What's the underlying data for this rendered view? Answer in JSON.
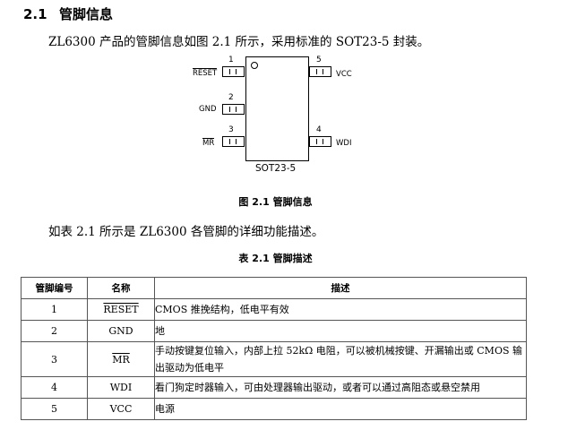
{
  "section": {
    "number": "2.1",
    "title": "管脚信息"
  },
  "para1": "ZL6300 产品的管脚信息如图 2.1 所示，采用标准的 SOT23-5 封装。",
  "diagram": {
    "package_label": "SOT23-5",
    "pins": [
      {
        "num": "1",
        "name": "RESET",
        "overline": true
      },
      {
        "num": "2",
        "name": "GND",
        "overline": false
      },
      {
        "num": "3",
        "name": "MR",
        "overline": true
      },
      {
        "num": "4",
        "name": "WDI",
        "overline": false
      },
      {
        "num": "5",
        "name": "VCC",
        "overline": false
      }
    ]
  },
  "figure_caption": "图 2.1   管脚信息",
  "para2": "如表 2.1 所示是 ZL6300 各管脚的详细功能描述。",
  "table_caption": "表 2.1   管脚描述",
  "table": {
    "headers": [
      "管脚编号",
      "名称",
      "描述"
    ],
    "rows": [
      {
        "num": "1",
        "name": "RESET",
        "overline": true,
        "desc": "CMOS 推挽结构，低电平有效"
      },
      {
        "num": "2",
        "name": "GND",
        "overline": false,
        "desc": "地"
      },
      {
        "num": "3",
        "name": "MR",
        "overline": true,
        "desc": "手动按键复位输入，内部上拉 52kΩ 电阻，可以被机械按键、开漏输出或 CMOS 输出驱动为低电平"
      },
      {
        "num": "4",
        "name": "WDI",
        "overline": false,
        "desc": "看门狗定时器输入，可由处理器输出驱动，或者可以通过高阻态或悬空禁用"
      },
      {
        "num": "5",
        "name": "VCC",
        "overline": false,
        "desc": "电源"
      }
    ]
  }
}
